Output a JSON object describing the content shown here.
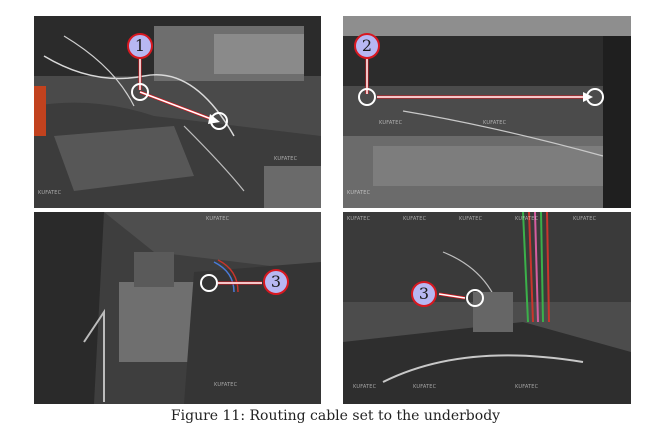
{
  "figure": {
    "caption_prefix": "Figure 11:",
    "caption_text": "Routing cable set to the underbody"
  },
  "watermark": "KUFATEC",
  "photos": [
    {
      "label": "1"
    },
    {
      "label": "2"
    },
    {
      "label": "3"
    },
    {
      "label": "3"
    }
  ],
  "colors": {
    "badge_fill": "#b7b7f2",
    "badge_border": "#d81820",
    "marker_line": "#ffffff"
  }
}
